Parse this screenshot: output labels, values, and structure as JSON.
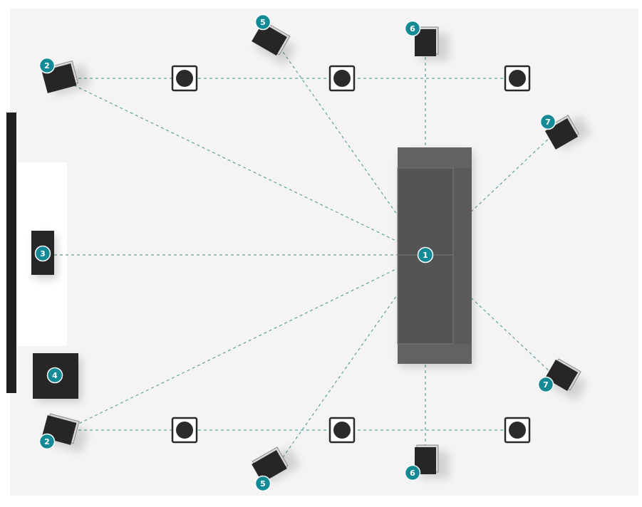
{
  "colors": {
    "floor": "#f4f4f4",
    "line": "#5fa0a0",
    "badge": "#148a96",
    "speaker": "#262626",
    "sofa": "#5a5a5a",
    "tv": "#1f1f1f"
  },
  "icons": {
    "speaker": "speaker-icon",
    "ceiling": "ceiling-speaker-icon",
    "subwoofer": "subwoofer-icon",
    "listener": "listener-position-icon"
  },
  "listener": {
    "label": "1"
  },
  "speakers": [
    {
      "id": "front-left",
      "label": "2"
    },
    {
      "id": "front-right",
      "label": "2"
    },
    {
      "id": "center",
      "label": "3"
    },
    {
      "id": "subwoofer",
      "label": "4"
    },
    {
      "id": "surround-top",
      "label": "5"
    },
    {
      "id": "surround-bottom",
      "label": "5"
    },
    {
      "id": "side-top",
      "label": "6"
    },
    {
      "id": "side-bottom",
      "label": "6"
    },
    {
      "id": "rear-top",
      "label": "7"
    },
    {
      "id": "rear-bottom",
      "label": "7"
    }
  ]
}
